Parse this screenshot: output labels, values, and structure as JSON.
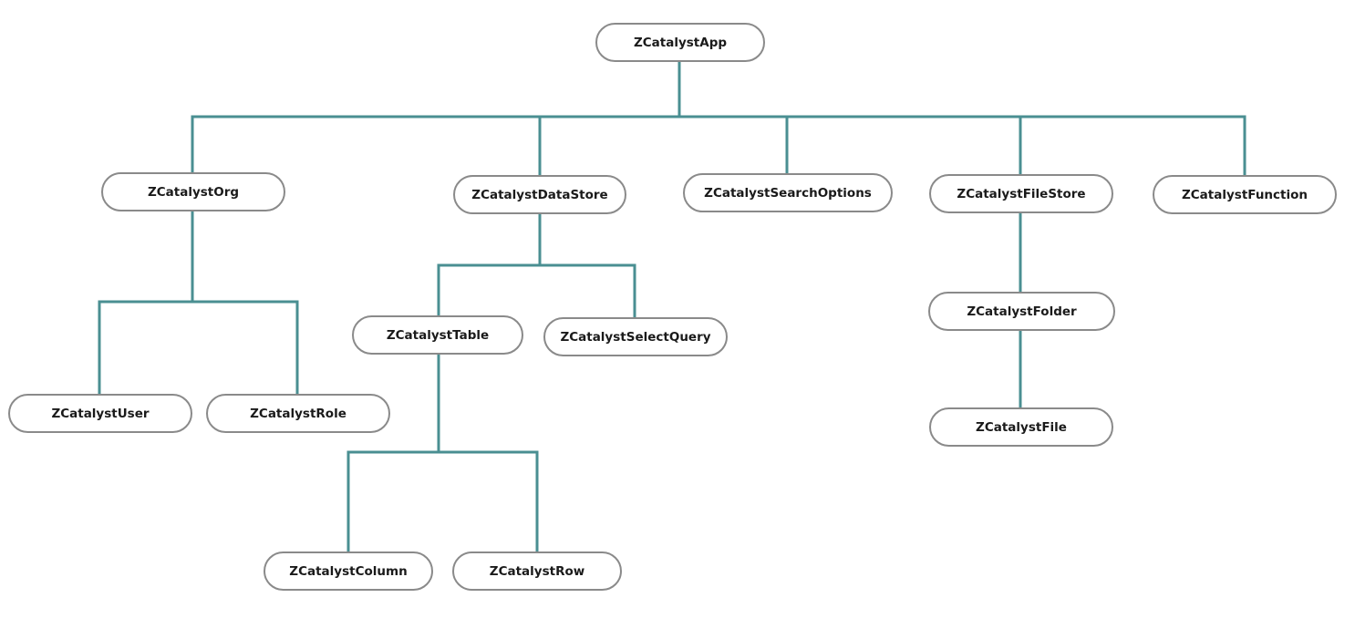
{
  "diagram": {
    "colors": {
      "connector": "#4a8f92",
      "node_border": "#8a8a8a",
      "node_fill": "#ffffff",
      "text": "#1a1a1a"
    },
    "nodes": {
      "app": "ZCatalystApp",
      "org": "ZCatalystOrg",
      "datastore": "ZCatalystDataStore",
      "searchoptions": "ZCatalystSearchOptions",
      "filestore": "ZCatalystFileStore",
      "function": "ZCatalystFunction",
      "user": "ZCatalystUser",
      "role": "ZCatalystRole",
      "table": "ZCatalystTable",
      "selectquery": "ZCatalystSelectQuery",
      "column": "ZCatalystColumn",
      "row": "ZCatalystRow",
      "folder": "ZCatalystFolder",
      "file": "ZCatalystFile"
    },
    "edges": [
      [
        "app",
        "org"
      ],
      [
        "app",
        "datastore"
      ],
      [
        "app",
        "searchoptions"
      ],
      [
        "app",
        "filestore"
      ],
      [
        "app",
        "function"
      ],
      [
        "org",
        "user"
      ],
      [
        "org",
        "role"
      ],
      [
        "datastore",
        "table"
      ],
      [
        "datastore",
        "selectquery"
      ],
      [
        "table",
        "column"
      ],
      [
        "table",
        "row"
      ],
      [
        "filestore",
        "folder"
      ],
      [
        "folder",
        "file"
      ]
    ]
  }
}
